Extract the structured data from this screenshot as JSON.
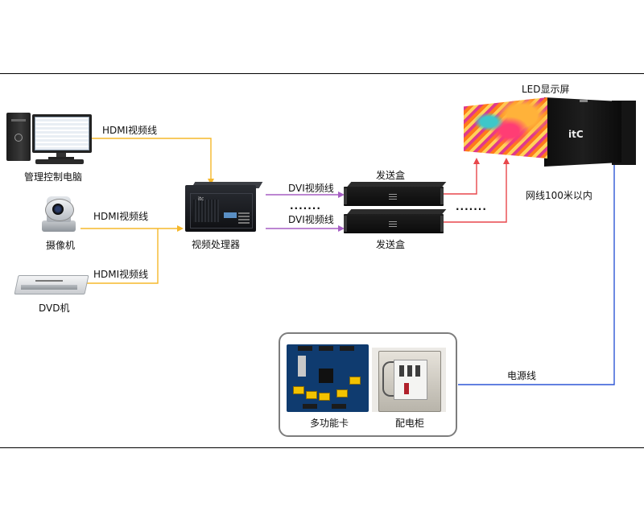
{
  "labels": {
    "pc": "管理控制电脑",
    "camera": "摄像机",
    "dvd": "DVD机",
    "hdmi1": "HDMI视频线",
    "hdmi2": "HDMI视频线",
    "hdmi3": "HDMI视频线",
    "video_processor": "视频处理器",
    "dvi1": "DVI视频线",
    "dvi2": "DVI视频线",
    "dots_dvi": "·······",
    "sender_top": "发送盒",
    "sender_bottom": "发送盒",
    "dots_sender": "·······",
    "led_screen": "LED显示屏",
    "network_cable": "网线100米以内",
    "power_cable": "电源线",
    "multifunction_card": "多功能卡",
    "distribution_cabinet": "配电柜",
    "vp_logo": "itc",
    "led_logo": "itC"
  },
  "colors": {
    "hdmi": "#f6b82b",
    "dvi": "#a65fc4",
    "network": "#e8474b",
    "power": "#2f57d6",
    "frame": "#000000"
  }
}
